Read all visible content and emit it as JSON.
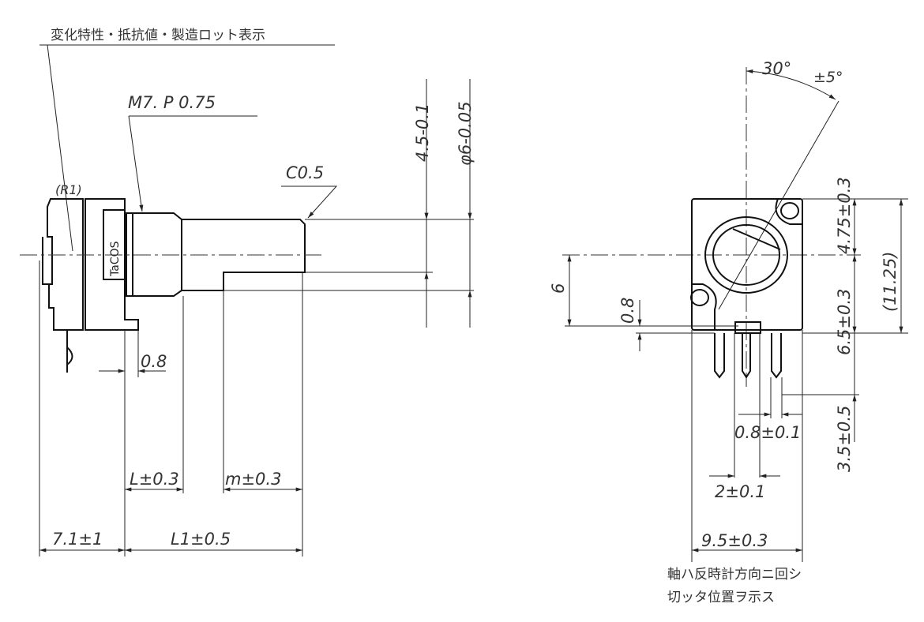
{
  "side_view": {
    "marking_note": "変化特性・抵抗値・製造ロット表示",
    "thread_spec": "M7. P 0.75",
    "chamfer": "C0.5",
    "radius_label": "(R1)",
    "brand_label": "TaCOS",
    "flat_height": "4.5-0.1",
    "shaft_diameter": "φ6-0.05",
    "tab_offset": "0.8",
    "bushing_length": "L±0.3",
    "flat_length": "m±0.3",
    "body_depth": "7.1±1",
    "shaft_length": "L1±0.5"
  },
  "front_view": {
    "angle": "30°",
    "angle_tol": "±5°",
    "center_height": "6",
    "tab_height": "0.8",
    "upper_height": "4.75±0.3",
    "lower_height": "6.5±0.3",
    "total_height": "(11.25)",
    "pin_length": "3.5±0.5",
    "pin_width": "0.8±0.1",
    "pin_pitch": "2±0.1",
    "body_width": "9.5±0.3",
    "note_line1": "軸ハ反時計方向ニ回シ",
    "note_line2": "切ッタ位置ヲ示ス"
  }
}
